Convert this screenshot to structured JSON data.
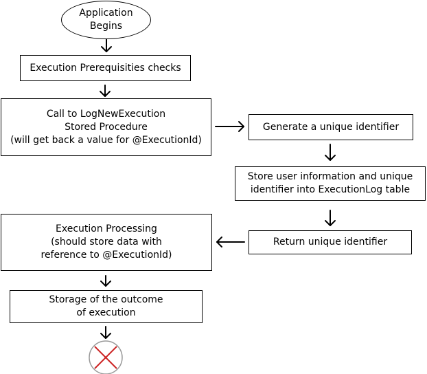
{
  "diagram": {
    "type": "flowchart",
    "nodes": {
      "start": "Application\nBegins",
      "prereq": "Execution Prerequisities checks",
      "call_proc": "Call to LogNewExecution\nStored Procedure\n(will get back a value for @ExecutionId)",
      "generate_id": "Generate a unique identifier",
      "store_user": "Store user information and unique\nidentifier into ExecutionLog table",
      "return_id": "Return unique identifier",
      "processing": "Execution Processing\n(should store data with\nreference to @ExecutionId)",
      "storage": "Storage of the outcome\nof execution"
    },
    "end_symbol": "end-circle-x-icon",
    "colors": {
      "line": "#000000",
      "end_cross": "#cc2222",
      "end_circle": "#999999"
    }
  }
}
